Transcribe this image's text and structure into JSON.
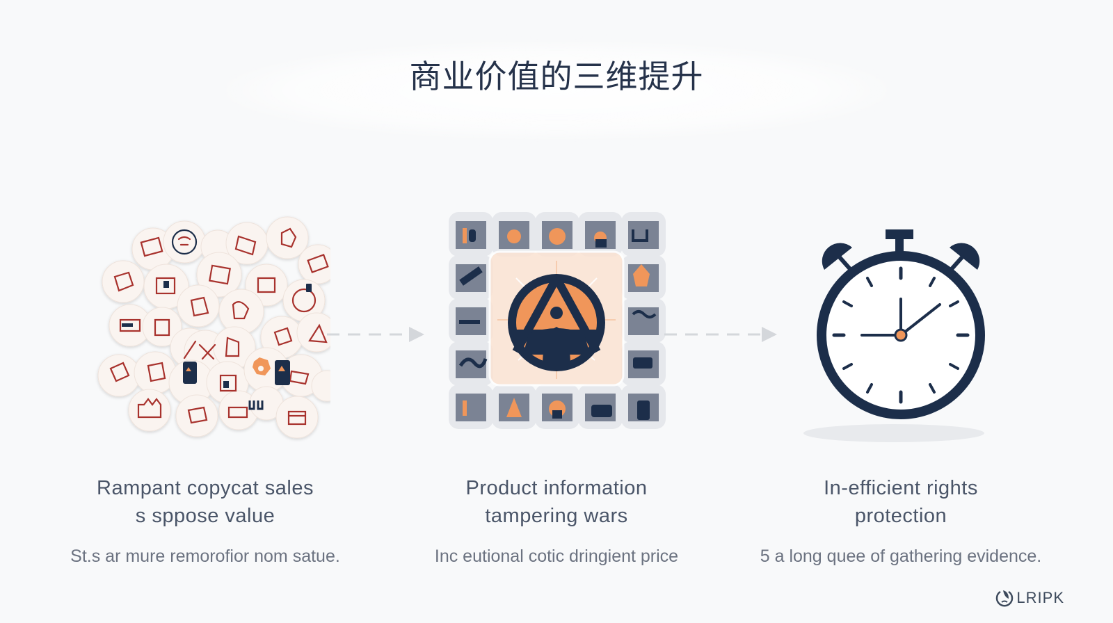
{
  "slide": {
    "title": "商业价值的三维提升",
    "colors": {
      "navy": "#1c2e4a",
      "orange": "#f0965a",
      "red": "#a8322d",
      "background": "#f8f9fa",
      "text": "#4a5568"
    }
  },
  "columns": [
    {
      "icon": "copycat-badges-icon",
      "heading_line1": "Rampant copycat sales",
      "heading_line2": "s sppose value",
      "subtext": "St.s ar mure remorofior nom satue."
    },
    {
      "icon": "tampering-grid-icon",
      "heading_line1": "Product information",
      "heading_line2": "tampering wars",
      "subtext": "Inc eutional cotic dringient price"
    },
    {
      "icon": "stopwatch-icon",
      "heading_line1": "In-efficient rights",
      "heading_line2": "protection",
      "subtext": "5 a long quee of gathering evidence."
    }
  ],
  "logo": {
    "text": "LRIPK"
  }
}
